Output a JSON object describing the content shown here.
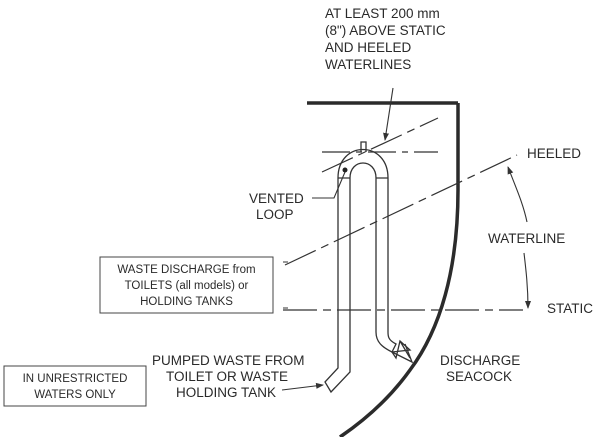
{
  "diagram": {
    "title": "Vented loop waste discharge installation",
    "labels": {
      "clearance": [
        "AT LEAST 200 mm",
        "(8\") ABOVE STATIC",
        "AND HEELED",
        "WATERLINES"
      ],
      "heeled": "HEELED",
      "waterline": "WATERLINE",
      "static": "STATIC",
      "vented_loop": [
        "VENTED",
        "LOOP"
      ],
      "pumped_waste": [
        "PUMPED WASTE FROM",
        "TOILET OR WASTE",
        "HOLDING TANK"
      ],
      "discharge_seacock": [
        "DISCHARGE",
        "SEACOCK"
      ]
    },
    "boxes": {
      "waste_discharge": [
        "WASTE DISCHARGE from",
        "TOILETS (all models) or",
        "HOLDING TANKS"
      ],
      "unrestricted": [
        "IN UNRESTRICTED",
        "WATERS ONLY"
      ]
    },
    "colors": {
      "line": "#333333",
      "hull": "#2b2b2b",
      "text": "#2a2a2a"
    }
  }
}
